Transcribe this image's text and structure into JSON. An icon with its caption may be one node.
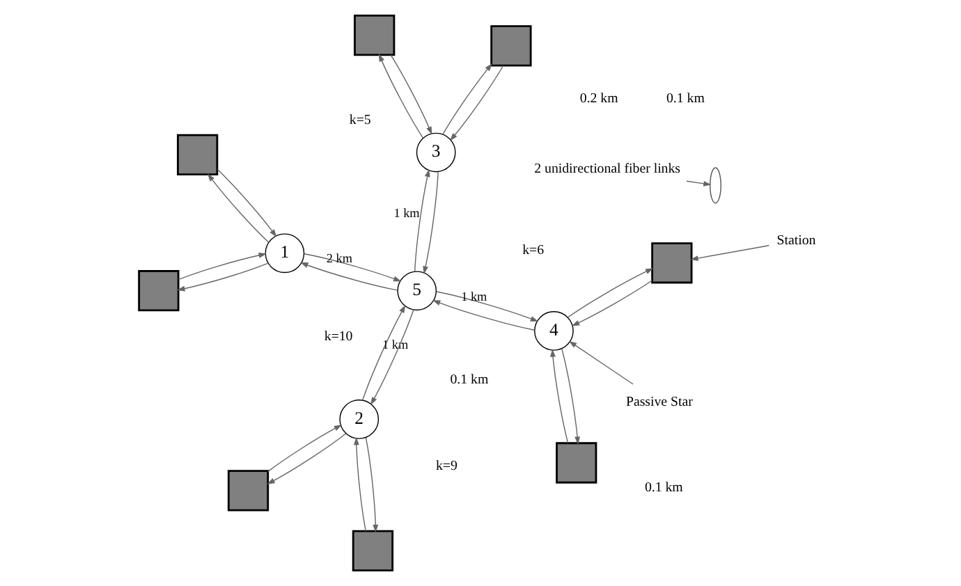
{
  "diagram": {
    "nodes": [
      {
        "text": [],
        "shape": "box"
      },
      {
        "text": [],
        "shape": "box"
      },
      {
        "text": [
          "2"
        ]
      },
      {
        "text": [],
        "shape": "box"
      },
      {
        "text": [
          "3"
        ]
      },
      {
        "text": [],
        "shape": "box"
      },
      {
        "text": [
          "5"
        ]
      },
      {
        "text": [
          "2 unidirectional fiber links"
        ]
      },
      {
        "text": [],
        "shape": "ellipse"
      },
      {
        "text": [
          "4"
        ]
      },
      {
        "text": [],
        "shape": "box"
      },
      {
        "text": [
          "Passive Star"
        ]
      },
      {
        "text": [],
        "shape": "box"
      },
      {
        "text": [
          "1"
        ]
      },
      {
        "text": [
          "Station"
        ]
      },
      {
        "text": [],
        "shape": "box"
      },
      {
        "text": [],
        "shape": "box"
      }
    ],
    "edges": [
      {
        "from": 2,
        "to": 6,
        "arrow": "to",
        "label": "1 km"
      },
      {
        "from": 6,
        "to": 2,
        "arrow": "to"
      },
      {
        "from": 6,
        "to": 4,
        "arrow": "to",
        "label": "1 km"
      },
      {
        "from": 4,
        "to": 6,
        "arrow": "to"
      },
      {
        "from": 6,
        "to": 9,
        "arrow": "to",
        "label": "1 km"
      },
      {
        "from": 9,
        "to": 6,
        "arrow": "to"
      },
      {
        "from": 13,
        "to": 6,
        "arrow": "to",
        "label": "2 km"
      },
      {
        "from": 6,
        "to": 13,
        "arrow": "to"
      },
      {
        "from": 0,
        "to": 2,
        "arrow": "to"
      },
      {
        "from": 2,
        "to": 0,
        "arrow": "to"
      },
      {
        "from": 2,
        "to": 1,
        "arrow": "to"
      },
      {
        "from": 1,
        "to": 2,
        "arrow": "to"
      },
      {
        "from": 4,
        "to": 3,
        "arrow": "to"
      },
      {
        "from": 3,
        "to": 4,
        "arrow": "to"
      },
      {
        "from": 4,
        "to": 5,
        "arrow": "to"
      },
      {
        "from": 5,
        "to": 4,
        "arrow": "to"
      },
      {
        "from": 9,
        "to": 10,
        "arrow": "to"
      },
      {
        "from": 10,
        "to": 9,
        "arrow": "to"
      },
      {
        "from": 9,
        "to": 15,
        "arrow": "to"
      },
      {
        "from": 15,
        "to": 9,
        "arrow": "to"
      },
      {
        "from": 12,
        "to": 13,
        "arrow": "to"
      },
      {
        "from": 13,
        "to": 12,
        "arrow": "to"
      },
      {
        "from": 16,
        "to": 13,
        "arrow": "to"
      },
      {
        "from": 13,
        "to": 16,
        "arrow": "to"
      },
      {
        "from": 7,
        "to": 8,
        "arrow": "to"
      },
      {
        "from": 11,
        "to": 9,
        "arrow": "to"
      },
      {
        "from": 14,
        "to": 15,
        "arrow": "to"
      }
    ],
    "labels": [
      "k=6",
      "0.1 km",
      "k=5",
      "0.1 km",
      "0.2 km",
      "k=10",
      "k=9",
      "0.1 km"
    ]
  }
}
